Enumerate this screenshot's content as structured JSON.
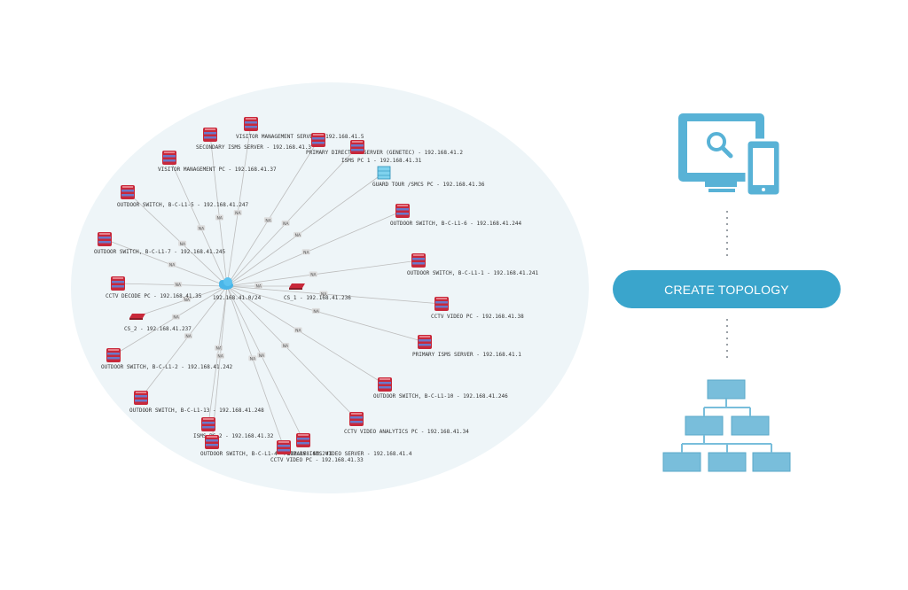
{
  "colors": {
    "ellipse_fill": "#eef5f8",
    "link": "#bdbdbd",
    "accent": "#3aa5cc",
    "icon_blue": "#58b2d6",
    "device_red": "#c8283a",
    "device_band": "#6b78c9",
    "hub": "#4ab6e8"
  },
  "hub": {
    "label": "192.168.41.0/24",
    "icon": "cloud-icon"
  },
  "link_label": "NA",
  "devices": [
    {
      "label": "VISITOR MANAGEMENT SERVER - 192.168.41.5",
      "icon": "server-icon"
    },
    {
      "label": "SECONDARY ISMS SERVER - 192.168.41.3",
      "icon": "server-icon"
    },
    {
      "label": "PRIMARY DIRECTORY SERVER (GENETEC) - 192.168.41.2",
      "icon": "server-icon"
    },
    {
      "label": "ISMS PC 1 - 192.168.41.31",
      "icon": "server-icon"
    },
    {
      "label": "VISITOR MANAGEMENT PC - 192.168.41.37",
      "icon": "server-icon"
    },
    {
      "label": "GUARD TOUR /SMCS PC - 192.168.41.36",
      "icon": "database-icon"
    },
    {
      "label": "OUTDOOR SWITCH, B-C-L1-5 - 192.168.41.247",
      "icon": "switch-icon"
    },
    {
      "label": "OUTDOOR SWITCH, B-C-L1-6 - 192.168.41.244",
      "icon": "switch-icon"
    },
    {
      "label": "OUTDOOR SWITCH, B-C-L1-7 - 192.168.41.245",
      "icon": "switch-icon"
    },
    {
      "label": "OUTDOOR SWITCH, B-C-L1-1 - 192.168.41.241",
      "icon": "switch-icon"
    },
    {
      "label": "CCTV DECODE PC - 192.168.41.35",
      "icon": "switch-icon"
    },
    {
      "label": "CS_1 - 192.168.41.236",
      "icon": "router-icon"
    },
    {
      "label": "CCTV VIDEO PC - 192.168.41.38",
      "icon": "switch-icon"
    },
    {
      "label": "CS_2 - 192.168.41.237",
      "icon": "router-icon"
    },
    {
      "label": "PRIMARY ISMS SERVER - 192.168.41.1",
      "icon": "switch-icon"
    },
    {
      "label": "OUTDOOR SWITCH, B-C-L1-2 - 192.168.41.242",
      "icon": "switch-icon"
    },
    {
      "label": "OUTDOOR SWITCH, B-C-L1-10 - 192.168.41.246",
      "icon": "switch-icon"
    },
    {
      "label": "OUTDOOR SWITCH, B-C-L1-13 - 192.168.41.248",
      "icon": "switch-icon"
    },
    {
      "label": "ISMS PC 2 - 192.168.41.32",
      "icon": "switch-icon"
    },
    {
      "label": "CCTV VIDEO ANALYTICS PC - 192.168.41.34",
      "icon": "switch-icon"
    },
    {
      "label": "OUTDOOR SWITCH, B-C-L1-4 - 192.168.41.243",
      "icon": "switch-icon"
    },
    {
      "label": "PRIMARY ISMS VIDEO SERVER - 192.168.41.4",
      "icon": "switch-icon"
    },
    {
      "label": "CCTV VIDEO PC - 192.168.41.33",
      "icon": "switch-icon"
    }
  ],
  "feature": {
    "icon_top": "monitor-phone-search-icon",
    "button_label": "CREATE TOPOLOGY",
    "icon_bottom": "hierarchy-icon"
  }
}
